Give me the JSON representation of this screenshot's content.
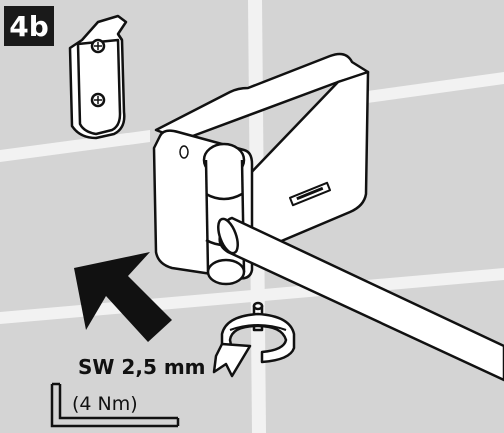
{
  "step": {
    "label": "4b"
  },
  "tool": {
    "size": "SW 2,5 mm",
    "torque": "(4 Nm)"
  },
  "colors": {
    "tile": "#d4d4d4",
    "grout": "#f2f2f2",
    "ink": "#111111",
    "part": "#ffffff"
  },
  "icons": {
    "badge": "step-badge",
    "bracket": "mounting-bracket-icon",
    "push": "push-arrow-icon",
    "rotate": "rotate-arrow-icon",
    "allen": "allen-key-icon"
  }
}
